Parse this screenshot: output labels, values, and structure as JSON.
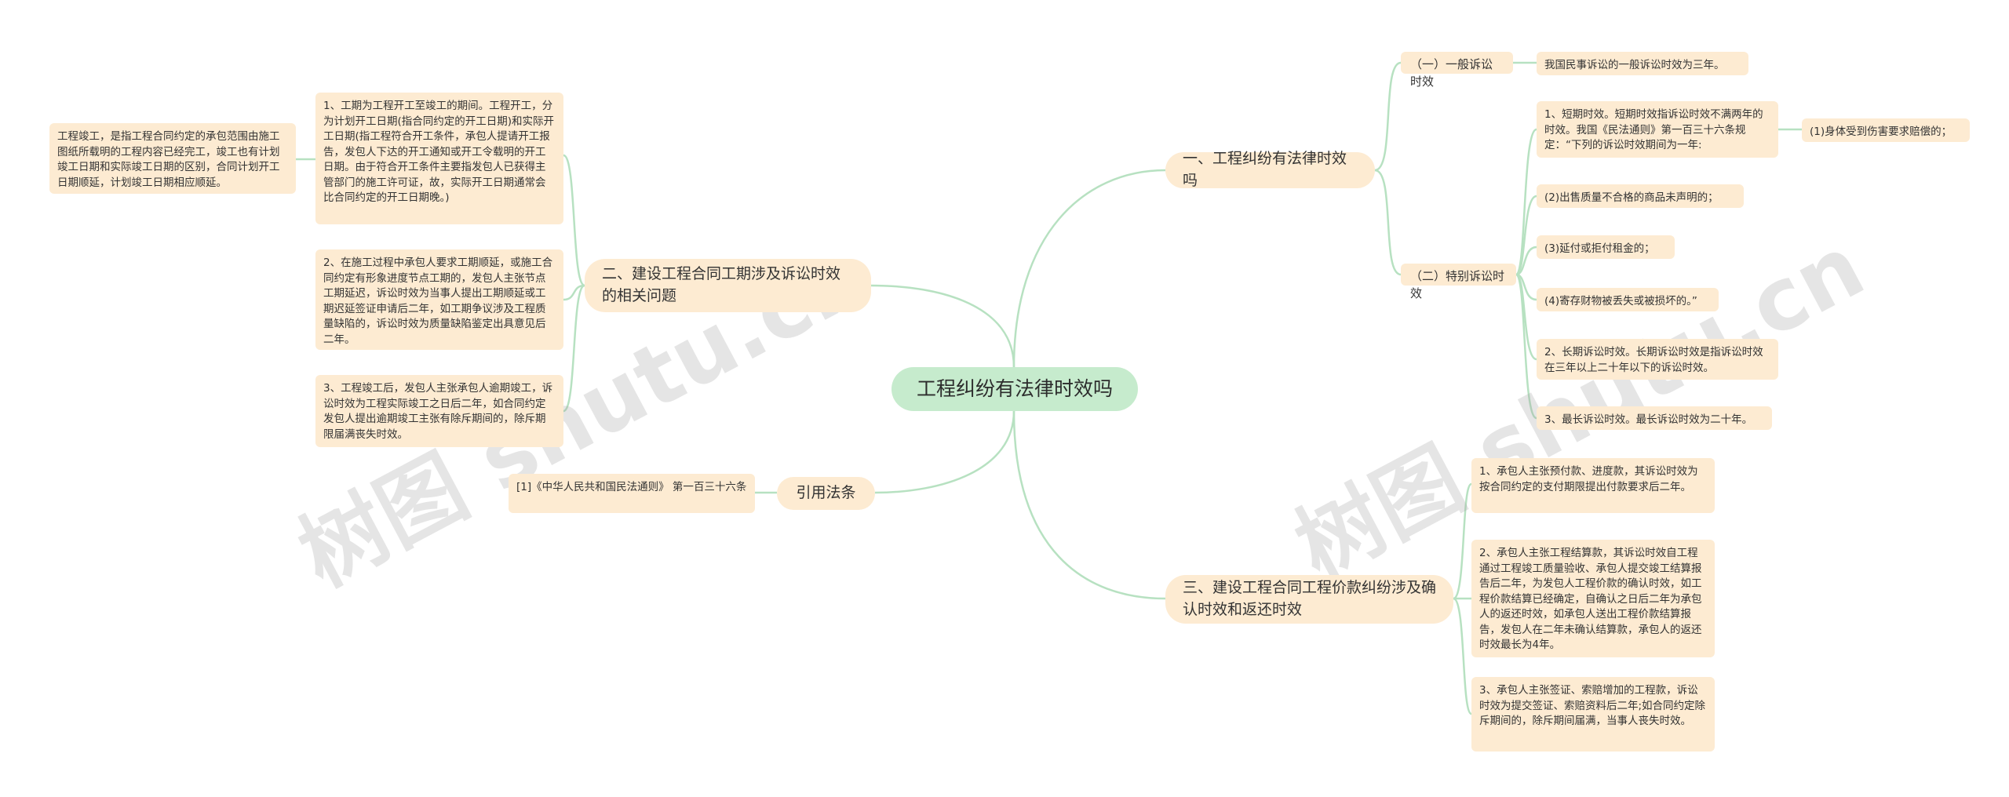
{
  "root": "工程纠纷有法律时效吗",
  "watermark": "树图 shutu.cn",
  "right": {
    "b1": {
      "label": "一、工程纠纷有法律时效吗",
      "general": {
        "label": "（一）一般诉讼时效",
        "text": "我国民事诉讼的一般诉讼时效为三年。"
      },
      "special": {
        "label": "（二）特别诉讼时效",
        "short": "1、短期时效。短期时效指诉讼时效不满两年的时效。我国《民法通则》第一百三十六条规定：“下列的诉讼时效期间为一年:",
        "item1": "(1)身体受到伤害要求赔偿的；",
        "item2": "(2)出售质量不合格的商品未声明的；",
        "item3": "(3)延付或拒付租金的；",
        "item4": "(4)寄存财物被丢失或被损坏的。”",
        "long": "2、长期诉讼时效。长期诉讼时效是指诉讼时效在三年以上二十年以下的诉讼时效。",
        "max": "3、最长诉讼时效。最长诉讼时效为二十年。"
      }
    },
    "b3": {
      "label": "三、建设工程合同工程价款纠纷涉及确认时效和返还时效",
      "leaf1": "1、承包人主张预付款、进度款，其诉讼时效为按合同约定的支付期限提出付款要求后二年。",
      "leaf2": "2、承包人主张工程结算款，其诉讼时效自工程通过工程竣工质量验收、承包人提交竣工结算报告后二年，为发包人工程价款的确认时效，如工程价款结算已经确定，自确认之日后二年为承包人的返还时效，如承包人送出工程价款结算报告，发包人在二年未确认结算款，承包人的返还时效最长为4年。",
      "leaf3": "3、承包人主张签证、索赔增加的工程款，诉讼时效为提交签证、索赔资料后二年;如合同约定除斥期间的，除斥期间届满，当事人丧失时效。"
    }
  },
  "left": {
    "b2": {
      "label": "二、建设工程合同工期涉及诉讼时效的相关问题",
      "leaf1": "1、工期为工程开工至竣工的期间。工程开工，分为计划开工日期(指合同约定的开工日期)和实际开工日期(指工程符合开工条件，承包人提请开工报告，发包人下达的开工通知或开工令载明的开工日期。由于符合开工条件主要指发包人已获得主管部门的施工许可证，故，实际开工日期通常会比合同约定的开工日期晚。)",
      "leaf1_note": "工程竣工，是指工程合同约定的承包范围由施工图纸所载明的工程内容已经完工，竣工也有计划竣工日期和实际竣工日期的区别，合同计划开工日期顺延，计划竣工日期相应顺延。",
      "leaf2": "2、在施工过程中承包人要求工期顺延，或施工合同约定有形象进度节点工期的，发包人主张节点工期延迟，诉讼时效为当事人提出工期顺延或工期迟延签证申请后二年，如工期争议涉及工程质量缺陷的，诉讼时效为质量缺陷鉴定出具意见后二年。",
      "leaf3": "3、工程竣工后，发包人主张承包人逾期竣工，诉讼时效为工程实际竣工之日后二年，如合同约定发包人提出逾期竣工主张有除斥期间的，除斥期限届满丧失时效。"
    },
    "b4": {
      "label": "引用法条",
      "leaf1": "[1]《中华人民共和国民法通则》 第一百三十六条"
    }
  }
}
